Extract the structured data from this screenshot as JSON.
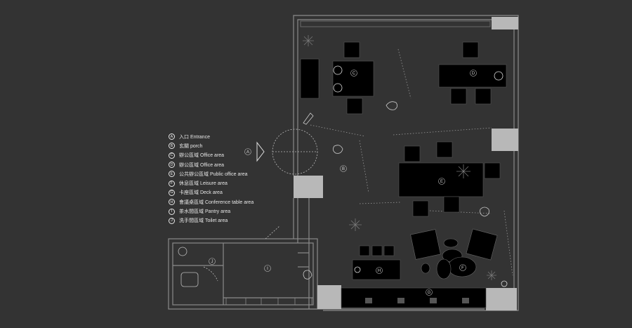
{
  "legend": [
    {
      "letter": "A",
      "text": "入口 Entrance"
    },
    {
      "letter": "B",
      "text": "玄關 porch"
    },
    {
      "letter": "C",
      "text": "辦公區域 Office area"
    },
    {
      "letter": "D",
      "text": "辦公區域 Office area"
    },
    {
      "letter": "E",
      "text": "公共辦公區域 Public office area"
    },
    {
      "letter": "F",
      "text": "休息區域 Leisure area"
    },
    {
      "letter": "G",
      "text": "卡座區域 Deck area"
    },
    {
      "letter": "H",
      "text": "會議桌區域 Conference table area"
    },
    {
      "letter": "I",
      "text": "茶水間區域 Pantry area"
    },
    {
      "letter": "J",
      "text": "洗手間區域 Toilet area"
    }
  ],
  "plan_labels": {
    "A": "A",
    "B": "B",
    "C": "C",
    "D": "D",
    "E": "E",
    "F": "F",
    "G": "G",
    "H": "H",
    "I": "I",
    "J": "J"
  },
  "colors": {
    "background": "#333333",
    "wall": "#8a8a8a",
    "column": "#b8b8b8",
    "furniture": "#000000",
    "line": "#d0d0d0"
  }
}
